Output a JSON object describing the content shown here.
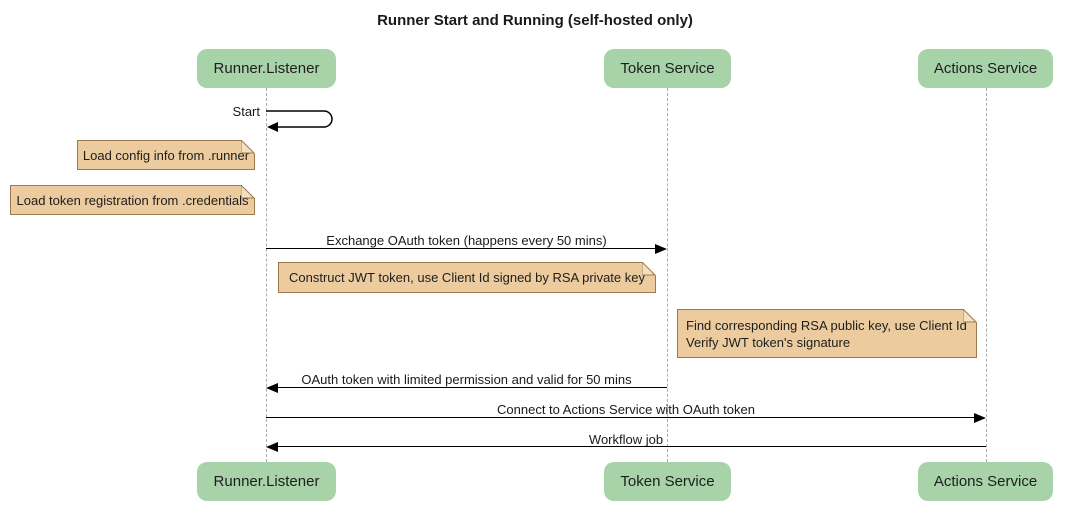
{
  "title": "Runner Start and Running (self-hosted only)",
  "participants": [
    {
      "label": "Runner.Listener"
    },
    {
      "label": "Token Service"
    },
    {
      "label": "Actions Service"
    }
  ],
  "messages": {
    "start": {
      "label": "Start",
      "from": "Runner.Listener",
      "to": "Runner.Listener",
      "kind": "self"
    },
    "exchange_oauth": {
      "label": "Exchange OAuth token (happens every 50 mins)",
      "from": "Runner.Listener",
      "to": "Token Service"
    },
    "oauth_token_return": {
      "label": "OAuth token with limited permission and valid for 50 mins",
      "from": "Token Service",
      "to": "Runner.Listener"
    },
    "connect_actions": {
      "label": "Connect to Actions Service with OAuth token",
      "from": "Runner.Listener",
      "to": "Actions Service"
    },
    "workflow_job": {
      "label": "Workflow job",
      "from": "Actions Service",
      "to": "Runner.Listener"
    }
  },
  "notes": {
    "load_config": "Load config info from .runner",
    "load_token_registration": "Load token registration from .credentials",
    "construct_jwt": "Construct JWT token, use Client Id signed by RSA private key",
    "verify_jwt_line1": "Find corresponding RSA public key, use Client Id",
    "verify_jwt_line2": "Verify JWT token's signature"
  },
  "colors": {
    "participant_fill": "#a8d3a9",
    "note_fill": "#eccb9e",
    "note_border": "#9a7b4f",
    "note_fold_fill": "#f4e0c0",
    "lifeline": "#ababab",
    "arrow": "#000000",
    "text": "#1a1a1a"
  }
}
